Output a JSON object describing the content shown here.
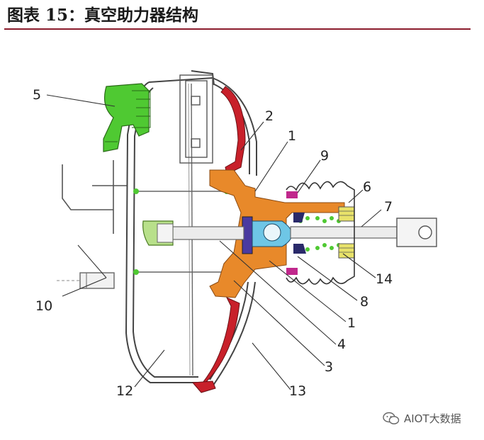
{
  "figure": {
    "title": "图表 15：真空助力器结构"
  },
  "labels": {
    "l1a": "1",
    "l1b": "1",
    "l2": "2",
    "l3": "3",
    "l4": "4",
    "l5": "5",
    "l6": "6",
    "l7": "7",
    "l8": "8",
    "l9": "9",
    "l10": "10",
    "l12": "12",
    "l13": "13",
    "l14": "14"
  },
  "watermark": {
    "text": "AIOT大数据",
    "icon": "wechat-icon"
  },
  "colors": {
    "title_rule": "#8b1c2c",
    "valve_green": "#4fc932",
    "hub_orange": "#e8892a",
    "diaphragm_red": "#c8202a",
    "plunger_blue": "#6ec6e6",
    "reaction_purple": "#4a3aa0",
    "seal_magenta": "#c0288c",
    "spring_yellow": "#e8e26a"
  }
}
